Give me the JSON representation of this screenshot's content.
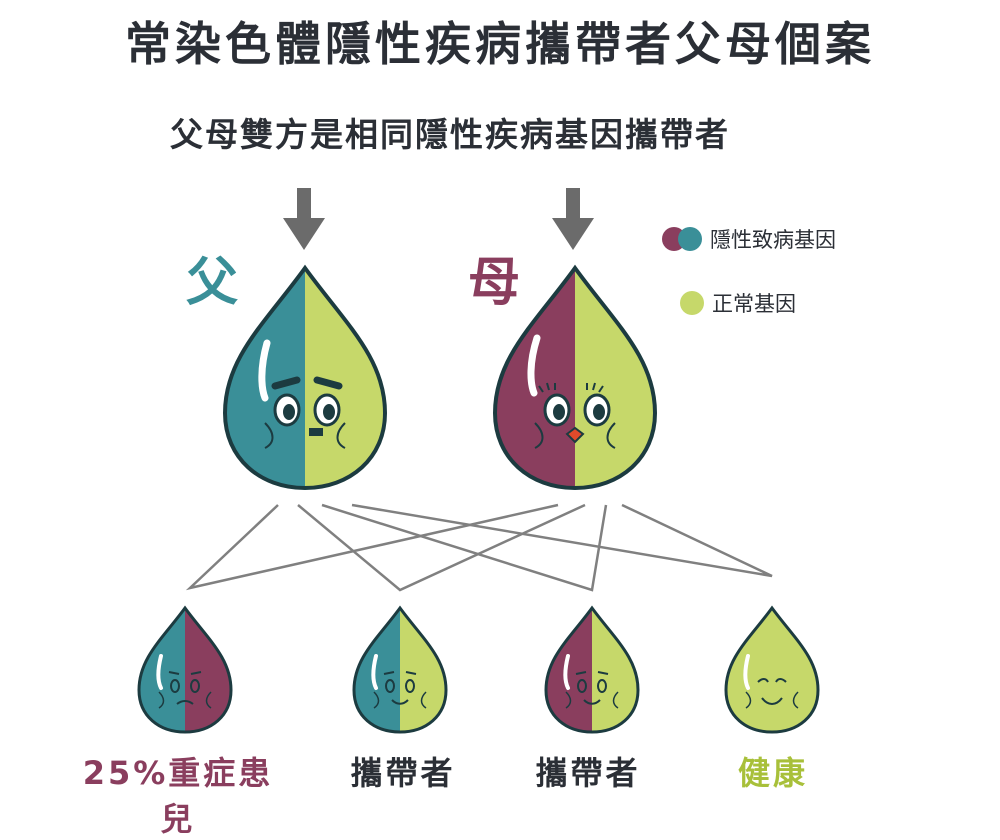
{
  "title": "常染色體隱性疾病攜帶者父母個案",
  "subtitle": "父母雙方是相同隱性疾病基因攜帶者",
  "parents": {
    "father_label": "父",
    "mother_label": "母"
  },
  "legend": {
    "recessive_label": "隱性致病基因",
    "normal_label": "正常基因"
  },
  "outcomes": [
    {
      "label": "25%重症患兒"
    },
    {
      "label": "攜帶者"
    },
    {
      "label": "攜帶者"
    },
    {
      "label": "健康"
    }
  ],
  "colors": {
    "teal": "#3a8f98",
    "plum": "#8a3e5e",
    "lime": "#c6d86a",
    "outline": "#1c3b40",
    "arrow": "#6b6b6b",
    "text": "#2b2f36"
  }
}
